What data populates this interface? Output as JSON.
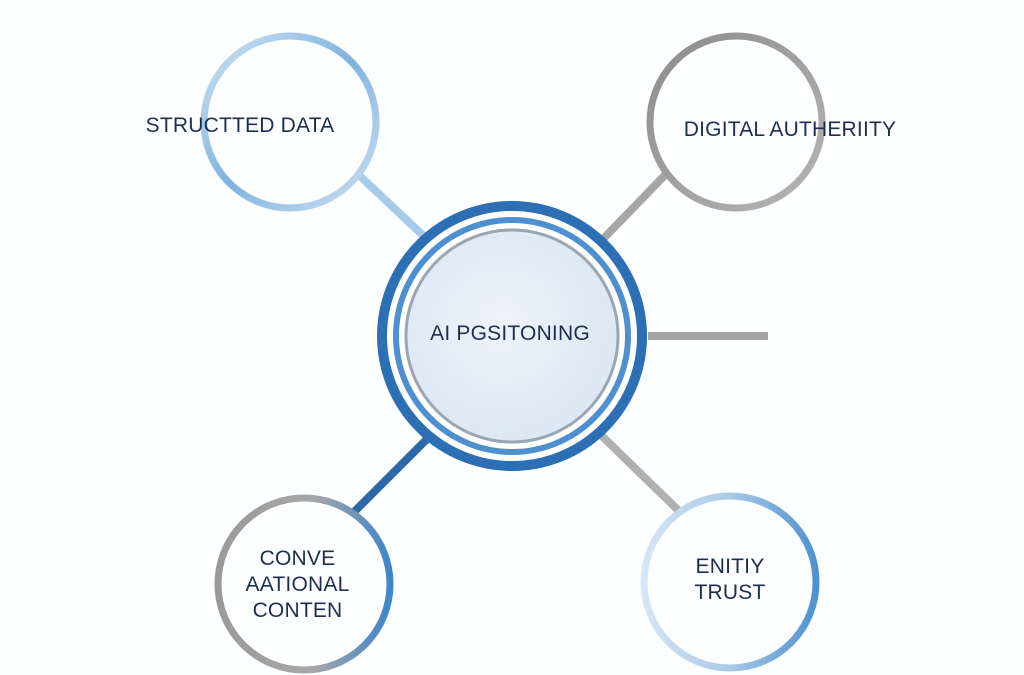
{
  "diagram": {
    "center": {
      "label": "AI PGSITONING"
    },
    "nodes": [
      {
        "id": "structured-data",
        "lines": [
          "STRUCTTED DATA"
        ]
      },
      {
        "id": "digital-authority",
        "lines": [
          "DIGITAL AUTHERIITY"
        ]
      },
      {
        "id": "conversational-content",
        "lines": [
          "CONVE",
          "AATIONAL",
          "CONTEN"
        ]
      },
      {
        "id": "entity-trust",
        "lines": [
          "ENITIY",
          "TRUST"
        ]
      }
    ],
    "colors": {
      "blue_dark": "#2a6aaf",
      "blue_mid": "#5a9bd5",
      "blue_light": "#cfe2f3",
      "gray": "#9a9a9a",
      "gray_light": "#c8c8c8",
      "center_fill": "#e3edf7",
      "text": "#1d2e4f"
    }
  }
}
